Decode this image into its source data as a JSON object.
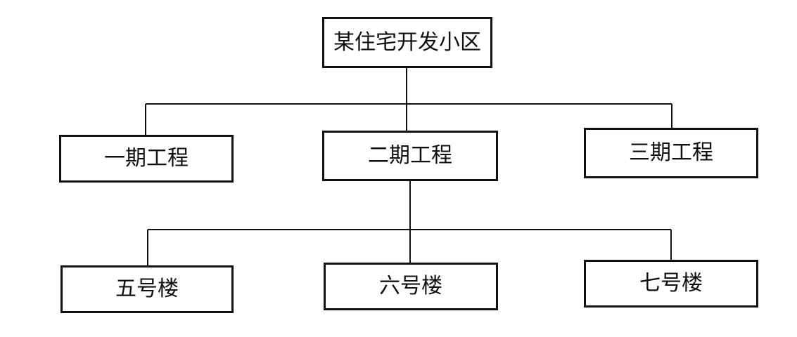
{
  "diagram": {
    "root": {
      "label": "某住宅开发小区"
    },
    "phases": [
      {
        "label": "一期工程"
      },
      {
        "label": "二期工程"
      },
      {
        "label": "三期工程"
      }
    ],
    "buildings": [
      {
        "label": "五号楼"
      },
      {
        "label": "六号楼"
      },
      {
        "label": "七号楼"
      }
    ],
    "colors": {
      "line": "#111111",
      "background": "#ffffff"
    }
  }
}
